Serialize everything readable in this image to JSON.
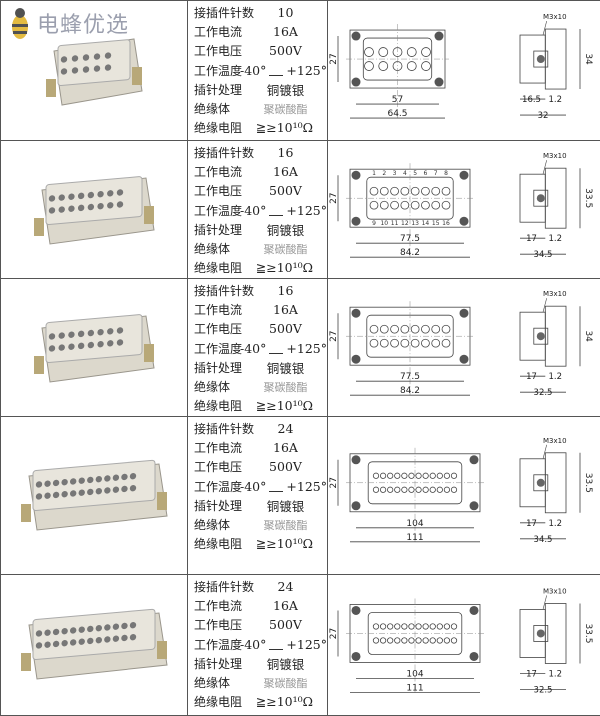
{
  "watermark": {
    "text": "电蜂优选"
  },
  "labels": {
    "pins": "接插件针数",
    "current": "工作电流",
    "voltage": "工作电压",
    "temperature": "工作温度",
    "pin_treatment": "插针处理",
    "insulator": "绝缘体",
    "insulation_resistance": "绝缘电阻"
  },
  "rows": [
    {
      "pins": "10",
      "current": "16A",
      "voltage": "500V",
      "temp_min": "-40°",
      "temp_max": "+125°",
      "pin_treatment": "铜镀银",
      "insulator": "聚碳酸酯",
      "resistance": "≧≥10¹⁰Ω",
      "drawing": {
        "height": "27",
        "inner_width": "57",
        "outer_width": "64.5",
        "screw": "M3x10",
        "side_height": "34",
        "side_depth": "16.5",
        "gap": "1.2",
        "side_total": "32",
        "pin_cols": 5,
        "pin_numbers_top": [],
        "pin_numbers_bottom": []
      }
    },
    {
      "pins": "16",
      "current": "16A",
      "voltage": "500V",
      "temp_min": "-40°",
      "temp_max": "+125°",
      "pin_treatment": "铜镀银",
      "insulator": "聚碳酸酯",
      "resistance": "≧≥10¹⁰Ω",
      "drawing": {
        "height": "27",
        "inner_width": "77.5",
        "outer_width": "84.2",
        "screw": "M3x10",
        "side_height": "33.5",
        "side_depth": "17",
        "gap": "1.2",
        "side_total": "34.5",
        "pin_cols": 8,
        "pin_numbers_top": [
          "1",
          "2",
          "3",
          "4",
          "5",
          "6",
          "7",
          "8"
        ],
        "pin_numbers_bottom": [
          "9",
          "10",
          "11",
          "12",
          "13",
          "14",
          "15",
          "16"
        ]
      }
    },
    {
      "pins": "16",
      "current": "16A",
      "voltage": "500V",
      "temp_min": "-40°",
      "temp_max": "+125°",
      "pin_treatment": "铜镀银",
      "insulator": "聚碳酸酯",
      "resistance": "≧≥10¹⁰Ω",
      "drawing": {
        "height": "27",
        "inner_width": "77.5",
        "outer_width": "84.2",
        "screw": "M3x10",
        "side_height": "34",
        "side_depth": "17",
        "gap": "1.2",
        "side_total": "32.5",
        "pin_cols": 8,
        "pin_numbers_top": [],
        "pin_numbers_bottom": []
      }
    },
    {
      "pins": "24",
      "current": "16A",
      "voltage": "500V",
      "temp_min": "-40°",
      "temp_max": "+125°",
      "pin_treatment": "铜镀银",
      "insulator": "聚碳酸酯",
      "resistance": "≧≥10¹⁰Ω",
      "drawing": {
        "height": "27",
        "inner_width": "104",
        "outer_width": "111",
        "screw": "M3x10",
        "side_height": "33.5",
        "side_depth": "17",
        "gap": "1.2",
        "side_total": "34.5",
        "pin_cols": 12,
        "pin_numbers_top": [],
        "pin_numbers_bottom": []
      }
    },
    {
      "pins": "24",
      "current": "16A",
      "voltage": "500V",
      "temp_min": "-40°",
      "temp_max": "+125°",
      "pin_treatment": "铜镀银",
      "insulator": "聚碳酸酯",
      "resistance": "≧≥10¹⁰Ω",
      "drawing": {
        "height": "27",
        "inner_width": "104",
        "outer_width": "111",
        "screw": "M3x10",
        "side_height": "33.5",
        "side_depth": "17",
        "gap": "1.2",
        "side_total": "32.5",
        "pin_cols": 12,
        "pin_numbers_top": [],
        "pin_numbers_bottom": []
      }
    }
  ]
}
